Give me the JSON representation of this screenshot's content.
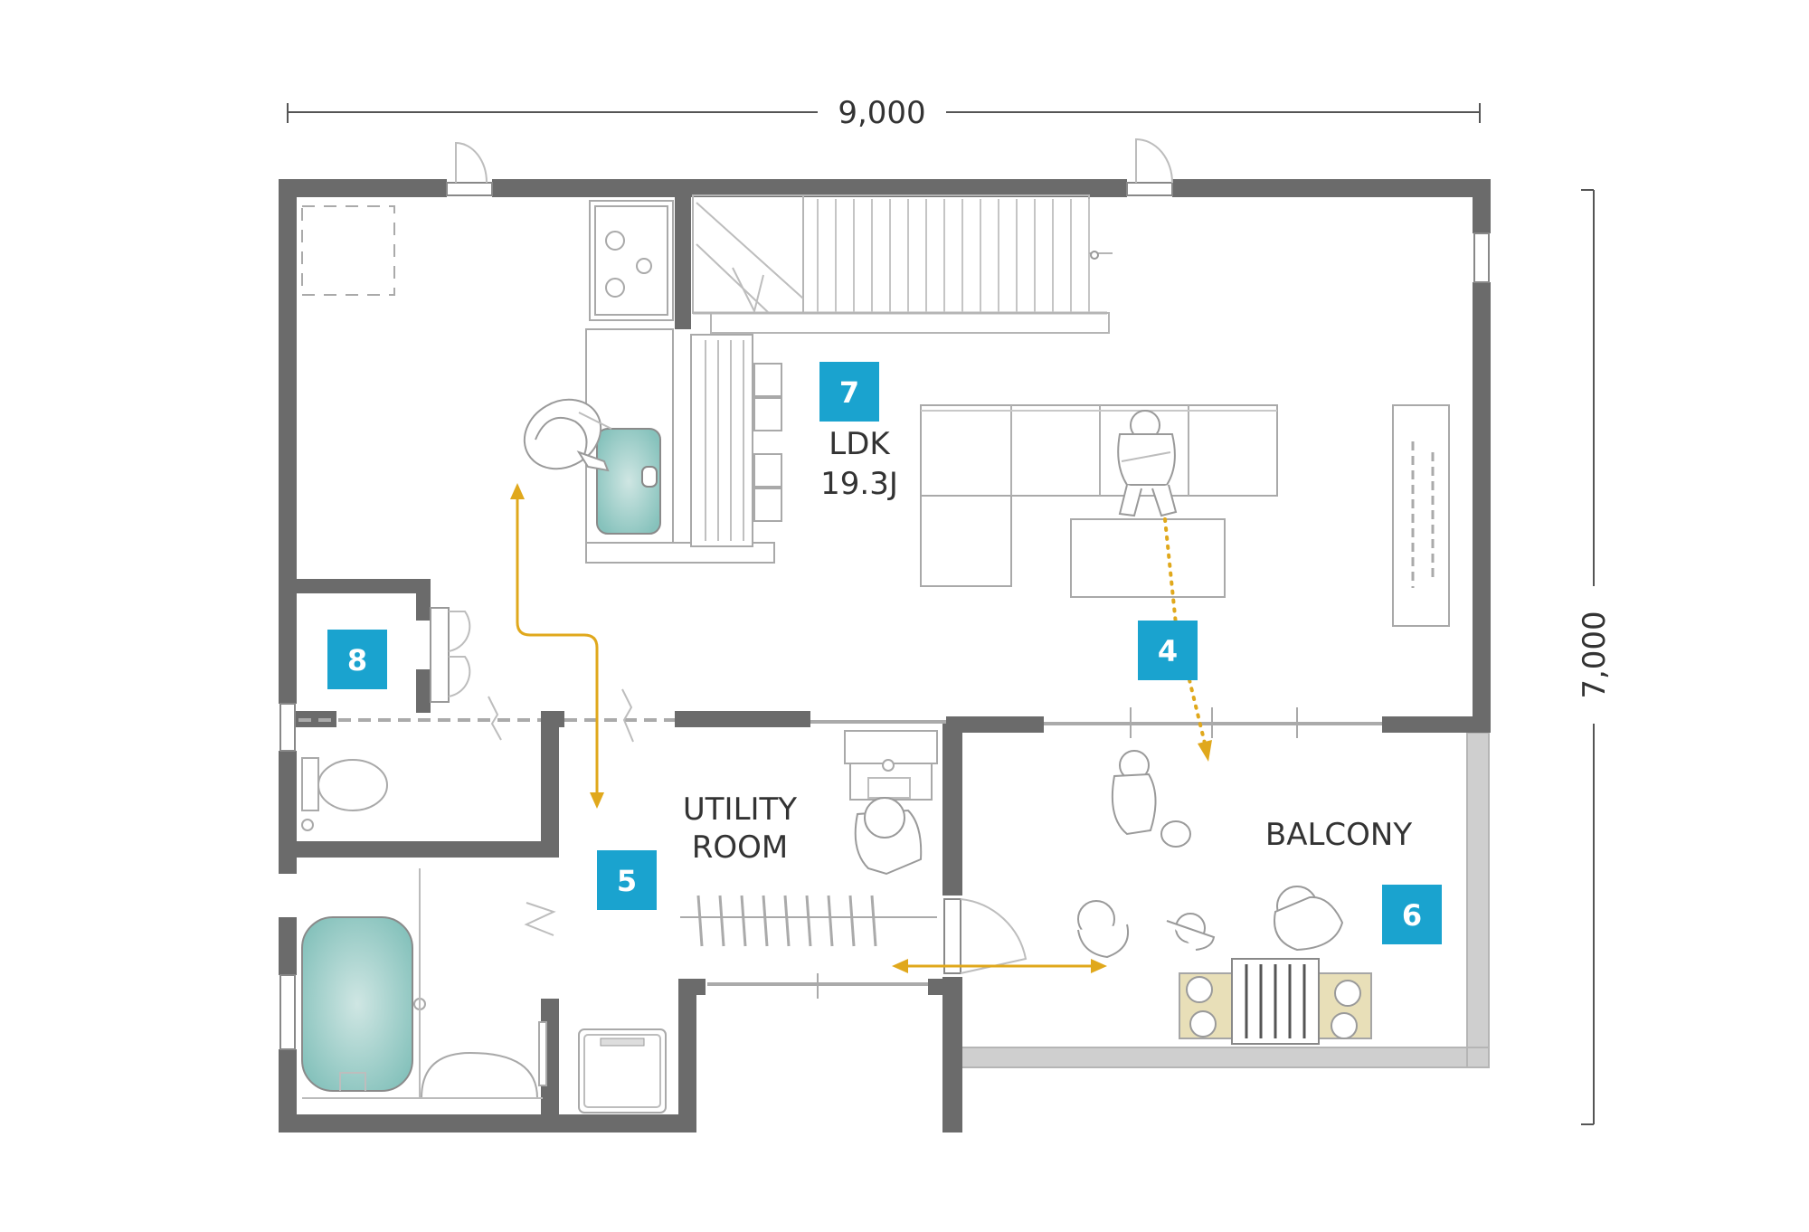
{
  "dimensions": {
    "width": "9,000",
    "height": "7,000"
  },
  "rooms": {
    "ldk_name": "LDK",
    "ldk_size": "19.3J",
    "utility_line1": "UTILITY",
    "utility_line2": "ROOM",
    "balcony": "BALCONY"
  },
  "badges": [
    "7",
    "8",
    "4",
    "5",
    "6"
  ],
  "colors": {
    "wall": "#6b6b6b",
    "badge": "#1aa3cf",
    "arrow": "#e0a81c",
    "water": "#8fc7c2"
  }
}
